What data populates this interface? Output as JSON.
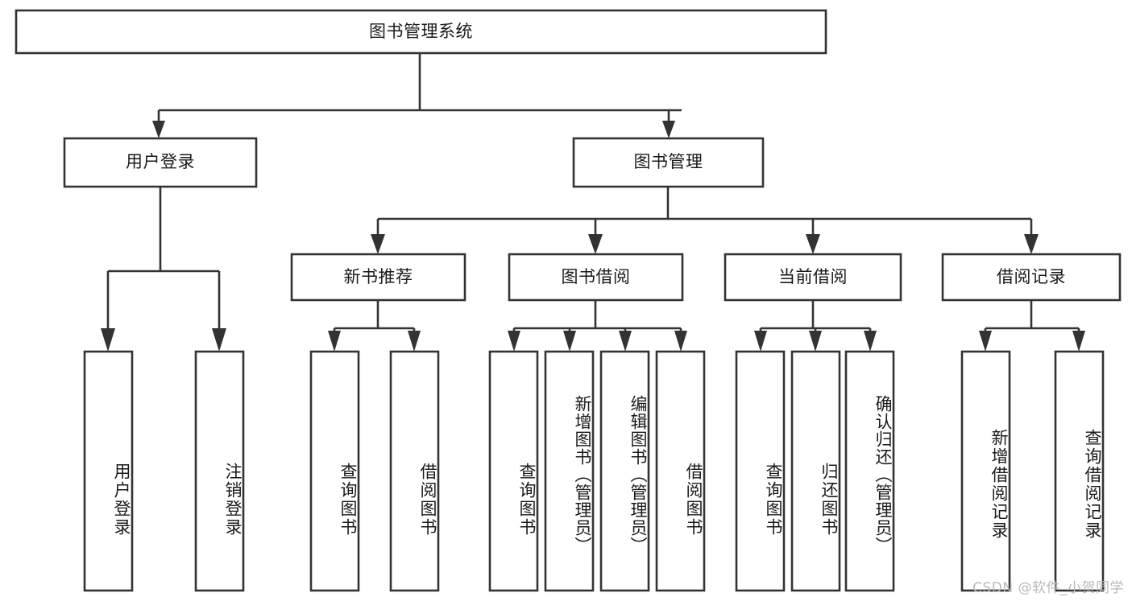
{
  "diagram": {
    "title": "图书管理系统",
    "type": "tree-hierarchy",
    "colors": {
      "box_stroke": "#333333",
      "box_fill": "#ffffff",
      "text": "#1a1a1a",
      "background": "#ffffff",
      "watermark": "#b9b9b9"
    },
    "root": {
      "label": "图书管理系统"
    },
    "level2": [
      {
        "label": "用户登录"
      },
      {
        "label": "图书管理"
      }
    ],
    "level3": [
      {
        "label": "新书推荐"
      },
      {
        "label": "图书借阅"
      },
      {
        "label": "当前借阅"
      },
      {
        "label": "借阅记录"
      }
    ],
    "leaves": {
      "user_login": [
        {
          "label": "用户登录"
        },
        {
          "label": "注销登录"
        }
      ],
      "new_book": [
        {
          "label": "查询图书"
        },
        {
          "label": "借阅图书"
        }
      ],
      "book_borrow": [
        {
          "label": "查询图书"
        },
        {
          "label": "新增图书（管理员）"
        },
        {
          "label": "编辑图书（管理员）"
        },
        {
          "label": "借阅图书"
        }
      ],
      "current_borrow": [
        {
          "label": "查询图书"
        },
        {
          "label": "归还图书"
        },
        {
          "label": "确认归还（管理员）"
        }
      ],
      "borrow_record": [
        {
          "label": "新增借阅记录"
        },
        {
          "label": "查询借阅记录"
        }
      ]
    }
  },
  "watermark": {
    "text": "CSDN @软件_小贺同学"
  }
}
